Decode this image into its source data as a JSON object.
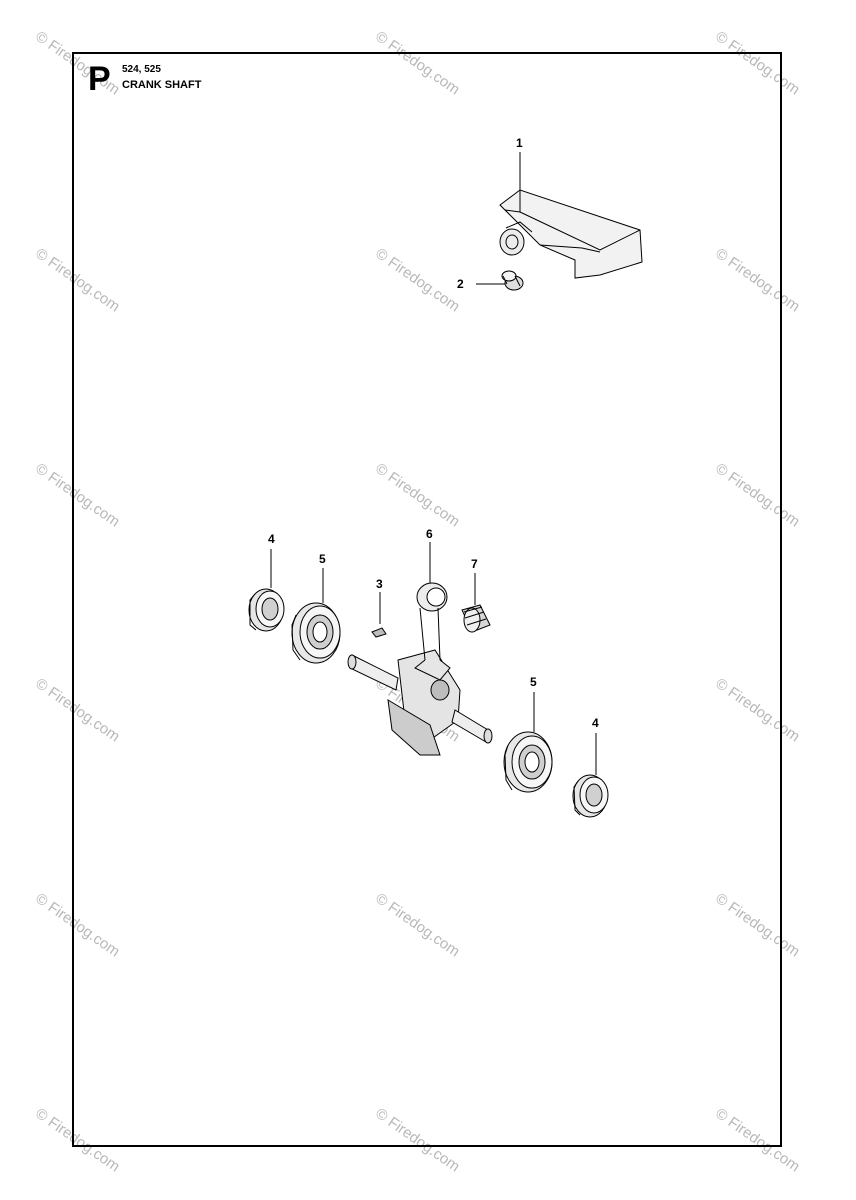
{
  "header": {
    "section_letter": "P",
    "model": "524, 525",
    "title": "CRANK SHAFT"
  },
  "watermark": "© Firedog.com",
  "callouts": {
    "c1": "1",
    "c2": "2",
    "c3": "3",
    "c4a": "4",
    "c4b": "4",
    "c5a": "5",
    "c5b": "5",
    "c6": "6",
    "c7": "7"
  }
}
